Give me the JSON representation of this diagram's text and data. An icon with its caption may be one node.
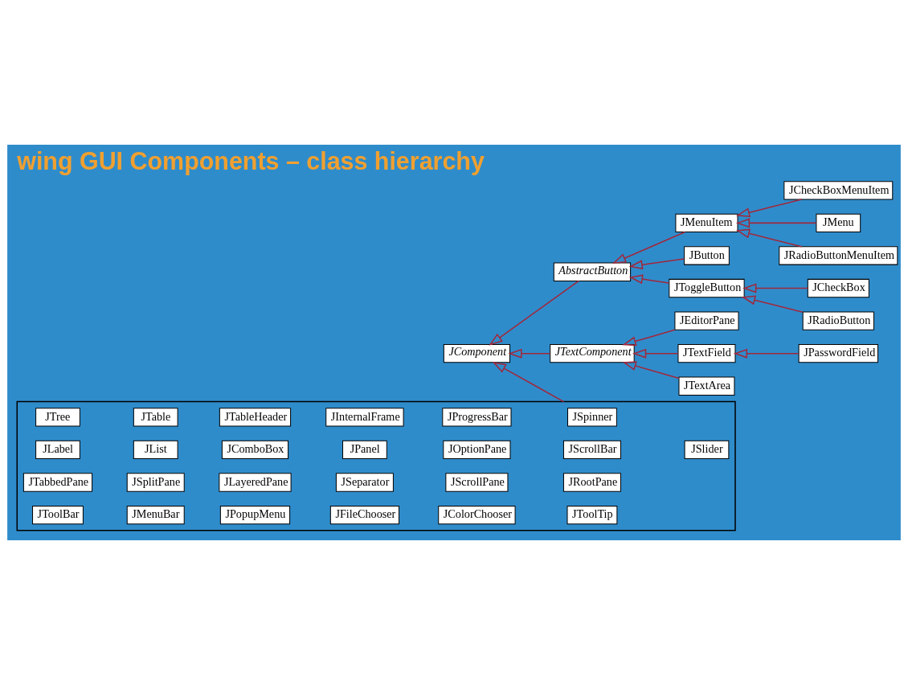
{
  "diagram": {
    "title": "wing GUI Components – class hierarchy",
    "nodes": [
      {
        "text": [
          "JComponent"
        ]
      },
      {
        "text": [
          "AbstractButton"
        ]
      },
      {
        "text": [
          "JTextComponent"
        ]
      },
      {
        "text": [
          "JMenuItem"
        ]
      },
      {
        "text": [
          "JButton"
        ]
      },
      {
        "text": [
          "JToggleButton"
        ]
      },
      {
        "text": [
          "JCheckBoxMenuItem"
        ]
      },
      {
        "text": [
          "JMenu"
        ]
      },
      {
        "text": [
          "JRadioButtonMenuItem"
        ]
      },
      {
        "text": [
          "JCheckBox"
        ]
      },
      {
        "text": [
          "JRadioButton"
        ]
      },
      {
        "text": [
          "JEditorPane"
        ]
      },
      {
        "text": [
          "JTextField"
        ]
      },
      {
        "text": [
          "JTextArea"
        ]
      },
      {
        "text": [
          "JPasswordField"
        ]
      },
      {
        "text": [],
        "shape": "box"
      },
      {
        "text": [
          "JLabel"
        ],
        "in": 15
      },
      {
        "text": [
          "JList"
        ],
        "in": 15
      },
      {
        "text": [
          "JComboBox"
        ],
        "in": 15
      },
      {
        "text": [
          "JPanel"
        ],
        "in": 15
      },
      {
        "text": [
          "JOptionPane"
        ],
        "in": 15
      },
      {
        "text": [
          "JScrollBar"
        ],
        "in": 15
      },
      {
        "text": [
          "JSlider"
        ],
        "in": 15
      },
      {
        "text": [
          "JTabbedPane"
        ],
        "in": 15
      },
      {
        "text": [
          "JSplitPane"
        ],
        "in": 15
      },
      {
        "text": [
          "JLayeredPane"
        ],
        "in": 15
      },
      {
        "text": [
          "JSeparator"
        ],
        "in": 15
      },
      {
        "text": [
          "JScrollPane"
        ],
        "in": 15
      },
      {
        "text": [
          "JRootPane"
        ],
        "in": 15
      },
      {
        "text": [
          "JToolBar"
        ],
        "in": 15
      },
      {
        "text": [
          "JMenuBar"
        ],
        "in": 15
      },
      {
        "text": [
          "JPopupMenu"
        ],
        "in": 15
      },
      {
        "text": [
          "JFileChooser"
        ],
        "in": 15
      },
      {
        "text": [
          "JColorChooser"
        ],
        "in": 15
      },
      {
        "text": [
          "JToolTip"
        ],
        "in": 15
      },
      {
        "text": [
          "JTree"
        ],
        "in": 15
      },
      {
        "text": [
          "JTable"
        ],
        "in": 15
      },
      {
        "text": [
          "JTableHeader"
        ],
        "in": 15
      },
      {
        "text": [
          "JInternalFrame"
        ],
        "in": 15
      },
      {
        "text": [
          "JProgressBar"
        ],
        "in": 15
      },
      {
        "text": [
          "JSpinner"
        ],
        "in": 15
      }
    ],
    "edges": [
      {
        "from": 1,
        "to": 0,
        "arrow": "to"
      },
      {
        "from": 2,
        "to": 0,
        "arrow": "to"
      },
      {
        "from": 15,
        "to": 0,
        "arrow": "to"
      },
      {
        "from": 3,
        "to": 1,
        "arrow": "to"
      },
      {
        "from": 4,
        "to": 1,
        "arrow": "to"
      },
      {
        "from": 5,
        "to": 1,
        "arrow": "to"
      },
      {
        "from": 6,
        "to": 3,
        "arrow": "to"
      },
      {
        "from": 7,
        "to": 3,
        "arrow": "to"
      },
      {
        "from": 8,
        "to": 3,
        "arrow": "to"
      },
      {
        "from": 9,
        "to": 5,
        "arrow": "to"
      },
      {
        "from": 10,
        "to": 5,
        "arrow": "to"
      },
      {
        "from": 11,
        "to": 2,
        "arrow": "to"
      },
      {
        "from": 12,
        "to": 2,
        "arrow": "to"
      },
      {
        "from": 13,
        "to": 2,
        "arrow": "to"
      },
      {
        "from": 14,
        "to": 12,
        "arrow": "to"
      }
    ]
  }
}
